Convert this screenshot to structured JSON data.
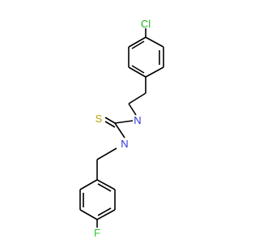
{
  "molecule": {
    "atoms": {
      "cl": "Cl",
      "s": "S",
      "n1": "N",
      "n2": "N",
      "f": "F"
    },
    "colors": {
      "bond": "#000000",
      "cl": "#1fb41f",
      "s": "#b3a400",
      "n": "#2b36d9",
      "f": "#32c832",
      "background": "#ffffff"
    }
  }
}
